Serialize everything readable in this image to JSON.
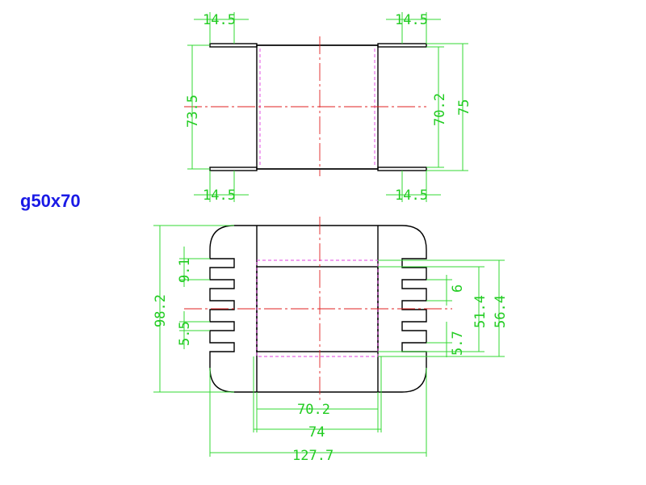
{
  "title": "g50x70",
  "labels": {
    "top_left_top": "14.5",
    "top_right_top": "14.5",
    "top_left_bottom": "14.5",
    "top_right_bottom": "14.5",
    "height_73_5": "73.5",
    "height_70_2": "70.2",
    "height_75": "75",
    "height_98_2": "98.2",
    "pitch_9_1": "9.1",
    "slot_5_5": "5.5",
    "slot_6": "6",
    "slot_5_7": "5.7",
    "height_51_4": "51.4",
    "height_56_4": "56.4",
    "width_70_2": "70.2",
    "width_74": "74",
    "width_127_7": "127.7"
  },
  "colors": {
    "outline": "#000000",
    "dimension": "#22cc22",
    "centerline": "#e02020",
    "hidden": "#e040e0",
    "title": "#1a1ae6"
  }
}
